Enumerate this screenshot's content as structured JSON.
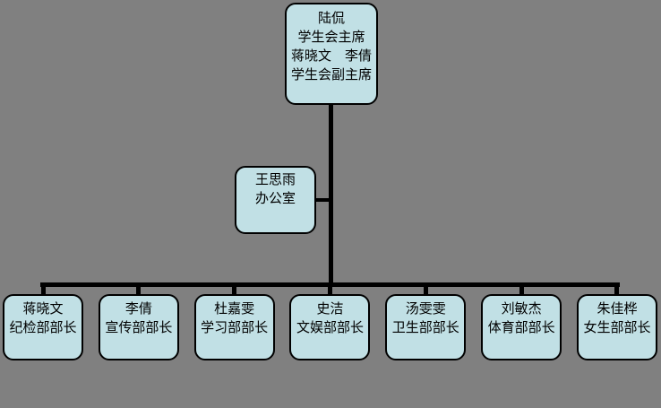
{
  "colors": {
    "background": "#808080",
    "box_fill": "#c1e0e5",
    "box_border": "#000000",
    "line": "#000000"
  },
  "chart": {
    "root": {
      "lines": [
        "陆侃",
        "学生会主席",
        "蒋晓文　李倩",
        "学生会副主席"
      ]
    },
    "assistant": {
      "lines": [
        "王思雨",
        "办公室"
      ]
    },
    "subordinates": [
      {
        "name": "蒋晓文",
        "title": "纪检部部长"
      },
      {
        "name": "李倩",
        "title": "宣传部部长"
      },
      {
        "name": "杜嘉雯",
        "title": "学习部部长"
      },
      {
        "name": "史洁",
        "title": "文娱部部长"
      },
      {
        "name": "汤雯雯",
        "title": "卫生部部长"
      },
      {
        "name": "刘敏杰",
        "title": "体育部部长"
      },
      {
        "name": "朱佳桦",
        "title": "女生部部长"
      }
    ]
  }
}
